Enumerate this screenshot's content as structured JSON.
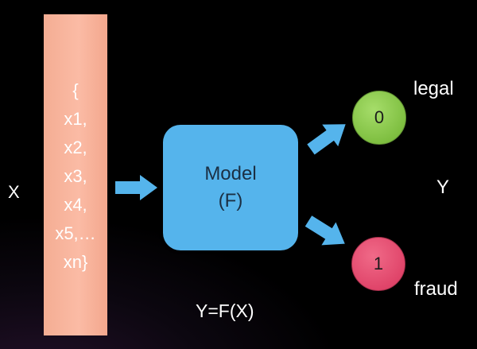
{
  "input": {
    "label": "X",
    "features": [
      "{",
      "x1,",
      "x2,",
      "x3,",
      "x4,",
      "x5,…",
      "xn}"
    ]
  },
  "model": {
    "line1": "Model",
    "line2": "(F)"
  },
  "outputs": {
    "label": "Y",
    "legal": {
      "value": "0",
      "label": "legal"
    },
    "fraud": {
      "value": "1",
      "label": "fraud"
    }
  },
  "formula": "Y=F(X)",
  "colors": {
    "feature_box": "#f9b49c",
    "model_box": "#55b4ec",
    "arrow": "#55b4ec",
    "legal_circle": "#8cc84b",
    "fraud_circle": "#e24b6f"
  }
}
